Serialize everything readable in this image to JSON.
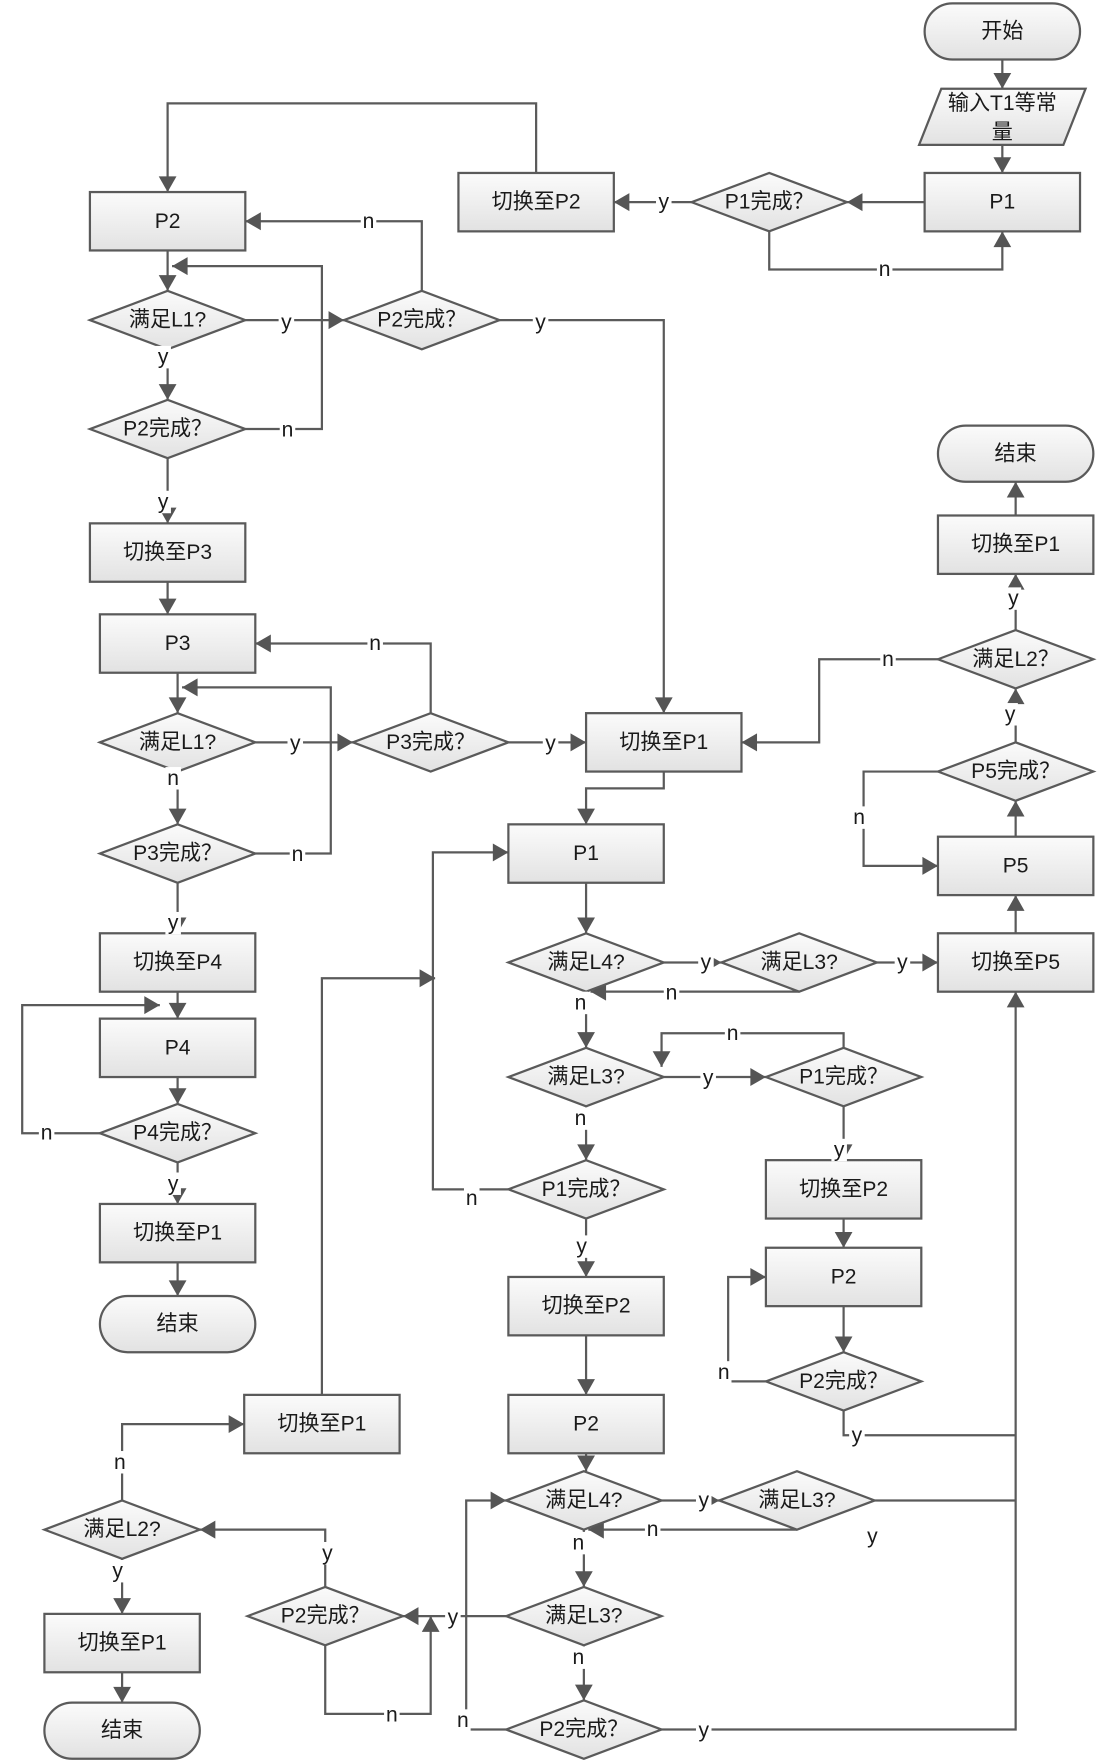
{
  "title": "流程图",
  "colors": {
    "stroke": "#5a5a5a",
    "fill_top": "#fafafa",
    "fill_bottom": "#e4e4e4",
    "text": "#1a1a1a"
  },
  "nodes": [
    {
      "id": "start",
      "label": "开始"
    },
    {
      "id": "input",
      "label": "输入T1等常量"
    },
    {
      "id": "p1_top",
      "label": "P1"
    },
    {
      "id": "d_p1done_top",
      "label": "P1完成？"
    },
    {
      "id": "sw_p2_top",
      "label": "切换至P2"
    },
    {
      "id": "p2_a",
      "label": "P2"
    },
    {
      "id": "d_l1_a",
      "label": "满足L1?"
    },
    {
      "id": "d_p2done_a",
      "label": "P2完成？"
    },
    {
      "id": "d_p2done_a2",
      "label": "P2完成？"
    },
    {
      "id": "sw_p3",
      "label": "切换至P3"
    },
    {
      "id": "p3",
      "label": "P3"
    },
    {
      "id": "d_l1_b",
      "label": "满足L1?"
    },
    {
      "id": "d_p3done_b",
      "label": "P3完成？"
    },
    {
      "id": "d_p3done_b2",
      "label": "P3完成？"
    },
    {
      "id": "sw_p4",
      "label": "切换至P4"
    },
    {
      "id": "p4",
      "label": "P4"
    },
    {
      "id": "d_p4done",
      "label": "P4完成？"
    },
    {
      "id": "sw_p1_a",
      "label": "切换至P1"
    },
    {
      "id": "end_a",
      "label": "结束"
    },
    {
      "id": "sw_p1_mid",
      "label": "切换至P1"
    },
    {
      "id": "p1_mid",
      "label": "P1"
    },
    {
      "id": "d_l4_a",
      "label": "满足L4?"
    },
    {
      "id": "d_l3_a",
      "label": "满足L3?"
    },
    {
      "id": "sw_p5",
      "label": "切换至P5"
    },
    {
      "id": "d_l3_b",
      "label": "满足L3?"
    },
    {
      "id": "d_p1done_b",
      "label": "P1完成？"
    },
    {
      "id": "d_p1done_c",
      "label": "P1完成？"
    },
    {
      "id": "sw_p2_c",
      "label": "切换至P2"
    },
    {
      "id": "p2_c",
      "label": "P2"
    },
    {
      "id": "d_p2done_c",
      "label": "P2完成？"
    },
    {
      "id": "sw_p2_b",
      "label": "切换至P2"
    },
    {
      "id": "p2_b",
      "label": "P2"
    },
    {
      "id": "d_l4_b",
      "label": "满足L4?"
    },
    {
      "id": "d_l3_c",
      "label": "满足L3?"
    },
    {
      "id": "d_l3_d",
      "label": "满足L3?"
    },
    {
      "id": "d_p2done_d",
      "label": "P2完成？"
    },
    {
      "id": "d_p2done_e",
      "label": "P2完成？"
    },
    {
      "id": "d_l2_a",
      "label": "满足L2?"
    },
    {
      "id": "sw_p1_b",
      "label": "切换至P1"
    },
    {
      "id": "sw_p1_c",
      "label": "切换至P1"
    },
    {
      "id": "end_b",
      "label": "结束"
    },
    {
      "id": "p5",
      "label": "P5"
    },
    {
      "id": "d_p5done",
      "label": "P5完成？"
    },
    {
      "id": "d_l2_b",
      "label": "满足L2？"
    },
    {
      "id": "sw_p1_d",
      "label": "切换至P1"
    },
    {
      "id": "end_c",
      "label": "结束"
    }
  ],
  "edge_labels": {
    "yes": "y",
    "no": "n"
  }
}
